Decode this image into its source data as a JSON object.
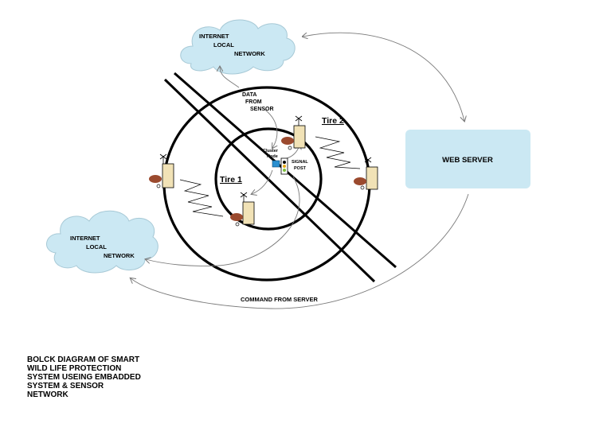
{
  "clouds": {
    "top": [
      "INTERNET",
      "LOCAL",
      "NETWORK"
    ],
    "left": [
      "INTERNET",
      "LOCAL",
      "NETWORK"
    ]
  },
  "labels": {
    "data_from_sensor": [
      "DATA",
      "FROM",
      "SENSOR"
    ],
    "tire1": "Tire 1",
    "tire2": "Tire 2",
    "cluster_node": [
      "Cluster",
      "Node"
    ],
    "signal_post": [
      "SIGNAL",
      "POST"
    ],
    "web_server": "WEB SERVER",
    "command_from_server": "COMMAND FROM SERVER"
  },
  "title_lines": [
    "BOLCK DIAGRAM OF SMART",
    "WILD LIFE PROTECTION",
    "SYSTEM USEING EMBADDED",
    "SYSTEM & SENSOR",
    "NETWORK"
  ],
  "colors": {
    "cloud": "#cbe8f3",
    "server": "#cbe8f3",
    "sensor_box": "#f1e2b6",
    "horn": "#9b4a2e",
    "cluster_node": "#2a8fd0",
    "signal_amber": "#e6a817",
    "signal_green": "#7cbf3a"
  }
}
